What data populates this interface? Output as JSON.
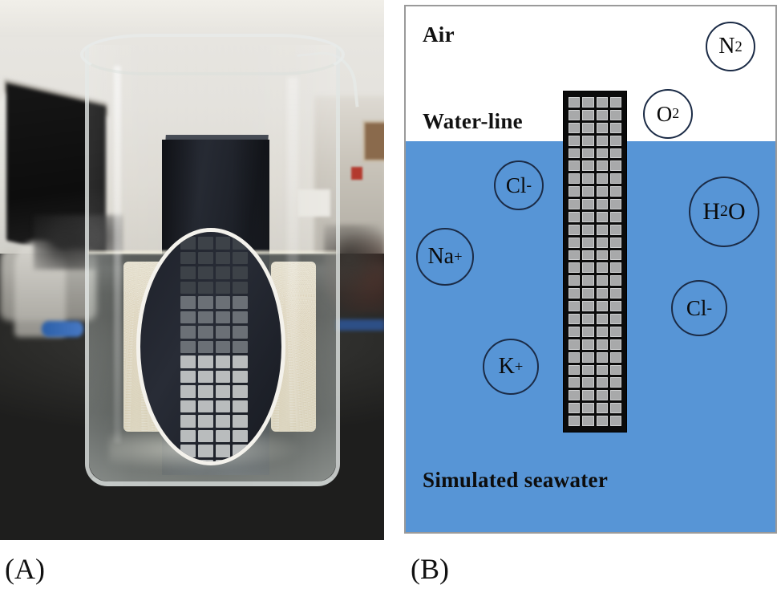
{
  "figure": {
    "panels": [
      {
        "id": "A",
        "caption": "(A)",
        "type": "photograph",
        "description": "Glass beaker containing simulated seawater with a black mesh-patterned specimen plate held upright between two foam sponge supports, photographed on a dark laboratory bench. A white ellipse highlights a magnified view of the square-grid mesh pattern on the specimen."
      },
      {
        "id": "B",
        "caption": "(B)",
        "type": "schematic",
        "description": "Cross-section schematic of the immersion test: white air region above the water-line, blue simulated seawater below, and a vertical square-grid mesh electrode crossing the interface, surrounded by labelled gas and ion bubbles."
      }
    ]
  },
  "schematic": {
    "regions": {
      "air_label": "Air",
      "waterline_label": "Water-line",
      "seawater_label": "Simulated seawater"
    },
    "bubbles": [
      {
        "key": "n2",
        "label": "N",
        "sub": "2",
        "sup": "",
        "name": "nitrogen"
      },
      {
        "key": "o2",
        "label": "O",
        "sub": "2",
        "sup": "",
        "name": "oxygen"
      },
      {
        "key": "cl_left",
        "label": "Cl",
        "sub": "",
        "sup": "-",
        "name": "chloride-ion-left"
      },
      {
        "key": "na",
        "label": "Na",
        "sub": "",
        "sup": "+",
        "name": "sodium-ion"
      },
      {
        "key": "h2o",
        "label": "H",
        "sub": "2",
        "sup": "",
        "tail": "O",
        "name": "water"
      },
      {
        "key": "cl_right",
        "label": "Cl",
        "sub": "",
        "sup": "-",
        "name": "chloride-ion-right"
      },
      {
        "key": "k",
        "label": "K",
        "sub": "",
        "sup": "+",
        "name": "potassium-ion"
      }
    ],
    "bubble_text": {
      "n2_main": "N",
      "n2_sub": "2",
      "o2_main": "O",
      "o2_sub": "2",
      "cl_left_main": "Cl",
      "cl_left_sup": "-",
      "na_main": "Na",
      "na_sup": "+",
      "h2o_h": "H",
      "h2o_sub": "2",
      "h2o_o": "O",
      "cl_right_main": "Cl",
      "cl_right_sup": "-",
      "k_main": "K",
      "k_sup": "+"
    },
    "mesh": {
      "name": "mesh-electrode",
      "columns": 4,
      "rows": 26,
      "cell_color": "#a8a9aa",
      "frame_color": "#0b0b0b"
    },
    "colors": {
      "seawater": "#5795d6",
      "air": "#ffffff",
      "bubble_outline": "#1b2b46",
      "panel_border": "#9a9a9a",
      "text": "#111111"
    }
  },
  "photograph": {
    "name": "beaker-immersion-photo",
    "elements": {
      "beaker": "glass-beaker",
      "specimen": "black-mesh-specimen-plate",
      "sponges": "foam-sponge-supports",
      "zoom_ellipse": "magnified-mesh-region",
      "bench": "dark-laboratory-bench"
    }
  },
  "captions": {
    "a": "(A)",
    "b": "(B)"
  }
}
